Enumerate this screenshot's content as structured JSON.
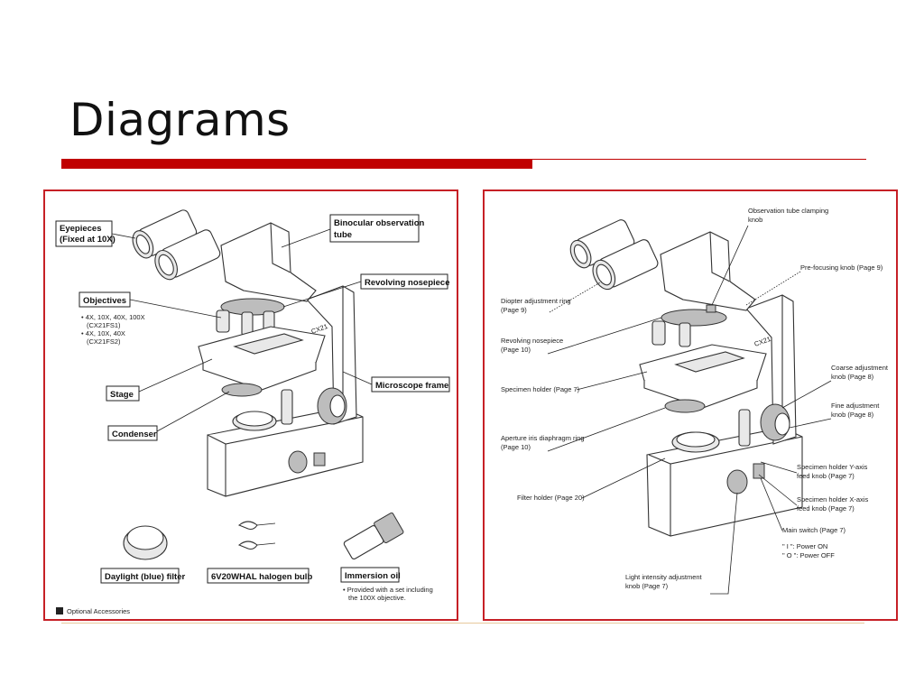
{
  "slide": {
    "title": "Diagrams"
  },
  "left_diagram": {
    "eyepieces": [
      "Eyepieces",
      "(Fixed at 10X)"
    ],
    "binocular_tube": [
      "Binocular observation",
      "tube"
    ],
    "revolving_nosepiece": "Revolving nosepiece",
    "objectives": "Objectives",
    "objectives_notes": [
      "• 4X, 10X, 40X, 100X",
      "(CX21FS1)",
      "• 4X, 10X, 40X",
      "(CX21FS2)"
    ],
    "microscope_frame": "Microscope frame",
    "stage": "Stage",
    "condenser": "Condenser",
    "filter": "Daylight (blue) filter",
    "bulb": "6V20WHAL halogen bulb",
    "immersion_oil": "Immersion oil",
    "immersion_note": [
      "• Provided with a set including",
      "the 100X objective."
    ],
    "optional": "Optional Accessories",
    "model_badge": "CX21"
  },
  "right_diagram": {
    "tube_clamp": [
      "Observation tube clamping",
      "knob"
    ],
    "prefocus": "Pre-focusing knob (Page 9)",
    "diopter": [
      "Diopter adjustment ring",
      "(Page 9)"
    ],
    "nosepiece": [
      "Revolving nosepiece",
      "(Page 10)"
    ],
    "coarse": [
      "Coarse adjustment",
      "knob (Page 8)"
    ],
    "fine": [
      "Fine adjustment",
      "knob (Page 8)"
    ],
    "specimen_holder": "Specimen holder (Page 7)",
    "aperture": [
      "Aperture iris diaphragm ring",
      "(Page 10)"
    ],
    "y_feed": [
      "Specimen holder Y-axis",
      "feed knob (Page 7)"
    ],
    "filter_holder": "Filter holder (Page 20)",
    "x_feed": [
      "Specimen holder X-axis",
      "feed knob (Page 7)"
    ],
    "main_switch": "Main switch (Page 7)",
    "power_on": "\" I \": Power ON",
    "power_off": "\" O \": Power OFF",
    "light": [
      "Light intensity adjustment",
      "knob (Page 7)"
    ],
    "model_badge": "CX21"
  }
}
